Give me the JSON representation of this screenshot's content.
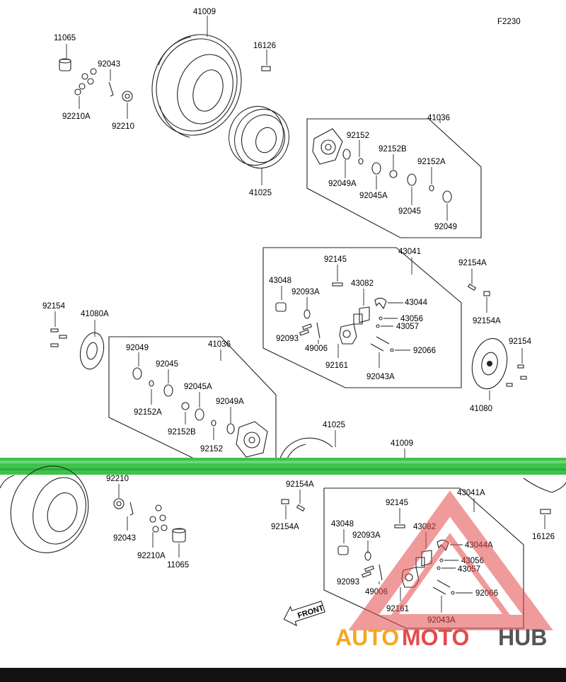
{
  "figure_code": "F2230",
  "front_label": "FRONT",
  "watermark": {
    "auto": "AUTO",
    "moto": "MOTO",
    "hub": "HUB",
    "color_red": "#e34a4a",
    "color_orange": "#f5a623",
    "color_gray": "#555555"
  },
  "colors": {
    "green_band": "#3cc34a",
    "black_band": "#111111"
  },
  "parts": {
    "p11065_top": "11065",
    "p41009_top": "41009",
    "p16126_top": "16126",
    "p92043_top": "92043",
    "p92210A_top": "92210A",
    "p92210_top": "92210",
    "p41036_top": "41036",
    "p92152_top": "92152",
    "p92152B_top": "92152B",
    "p92049A_top": "92049A",
    "p92152A_top": "92152A",
    "p92045A_top": "92045A",
    "p92045_top": "92045",
    "p92049_top": "92049",
    "p41025_top": "41025",
    "p43041": "43041",
    "p92145_a": "92145",
    "p43048_a": "43048",
    "p43082_a": "43082",
    "p92093A_a": "92093A",
    "p43044": "43044",
    "p43056_a": "43056",
    "p43057_a": "43057",
    "p92093_a": "92093",
    "p49006_a": "49006",
    "p92066_a": "92066",
    "p92161_a": "92161",
    "p92043A_a": "92043A",
    "p92154A_r1": "92154A",
    "p92154A_r2": "92154A",
    "p92154_left": "92154",
    "p41080A": "41080A",
    "p92154_right": "92154",
    "p41080": "41080",
    "p41036_mid": "41036",
    "p92049_mid": "92049",
    "p92045_mid": "92045",
    "p92152A_mid": "92152A",
    "p92045A_mid": "92045A",
    "p92049A_mid": "92049A",
    "p92152B_mid": "92152B",
    "p92152_mid": "92152",
    "p41025_mid": "41025",
    "p41009_mid": "41009",
    "p92210_bot": "92210",
    "p92043_bot": "92043",
    "p92210A_bot": "92210A",
    "p11065_bot": "11065",
    "p92154A_b1": "92154A",
    "p92154A_b2": "92154A",
    "p43041A": "43041A",
    "p92145_b": "92145",
    "p43048_b": "43048",
    "p92093A_b": "92093A",
    "p43082_b": "43082",
    "p43044A": "43044A",
    "p16126_bot": "16126",
    "p43056_b": "43056",
    "p43057_b": "43057",
    "p92093_b": "92093",
    "p49006_b": "49006",
    "p92066_b": "92066",
    "p92161_b": "92161",
    "p92043A_b": "92043A"
  }
}
